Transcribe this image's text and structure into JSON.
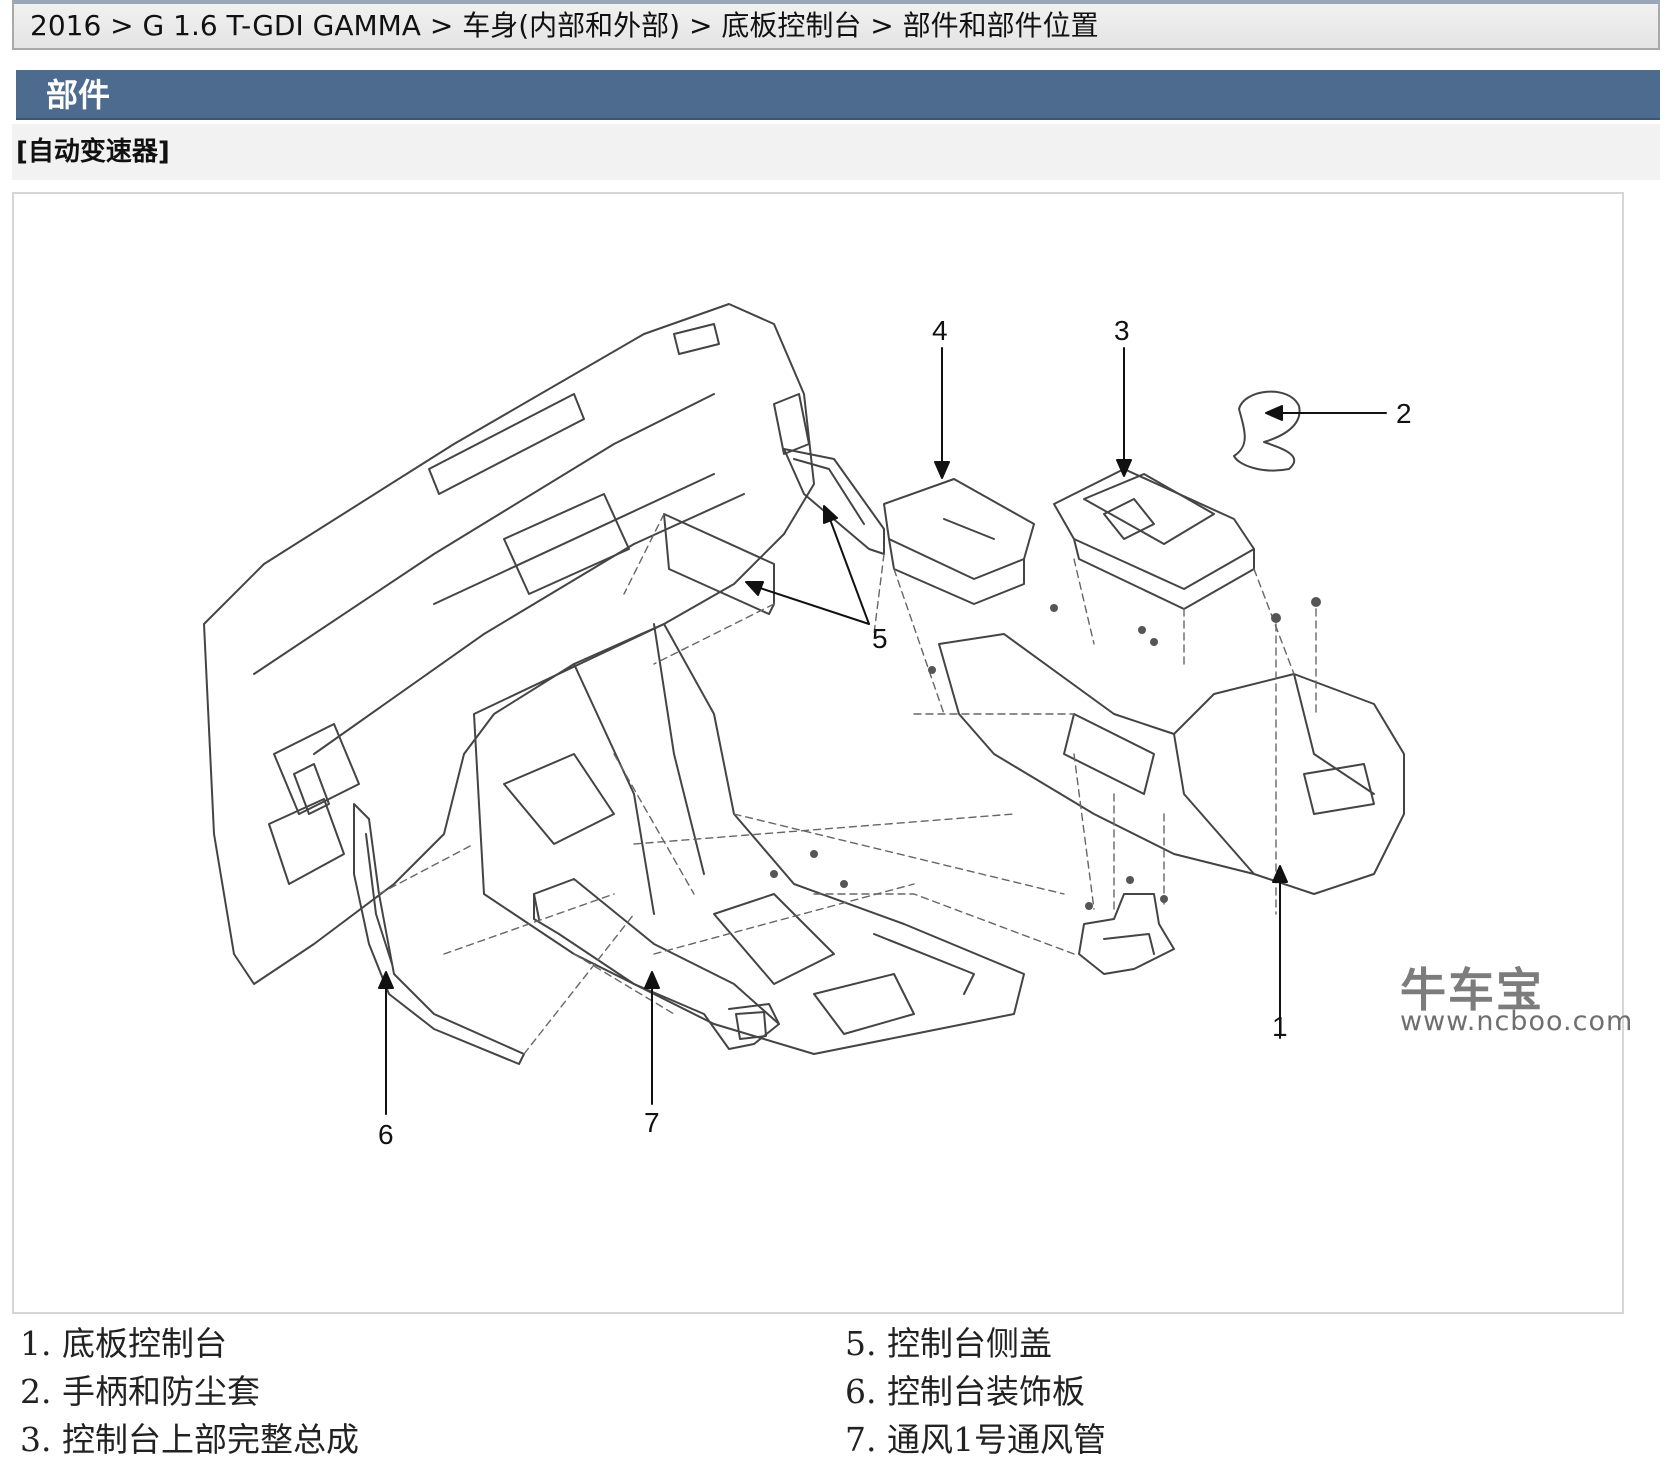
{
  "breadcrumb": {
    "year": "2016",
    "engine": "G 1.6 T-GDI GAMMA",
    "group": "车身(内部和外部)",
    "system": "底板控制台",
    "page": "部件和部件位置",
    "separator": " > "
  },
  "section": {
    "title": "部件"
  },
  "subsection": {
    "title": "[自动变速器]"
  },
  "figure": {
    "callouts": [
      "1",
      "2",
      "3",
      "4",
      "5",
      "6",
      "7"
    ],
    "watermark": {
      "brand": "牛车宝",
      "url": "www.ncboo.com"
    }
  },
  "legend": {
    "left": [
      "1. 底板控制台",
      "2. 手柄和防尘套",
      "3. 控制台上部完整总成"
    ],
    "right": [
      "5. 控制台侧盖",
      "6. 控制台装饰板",
      "7. 通风1号通风管"
    ]
  }
}
